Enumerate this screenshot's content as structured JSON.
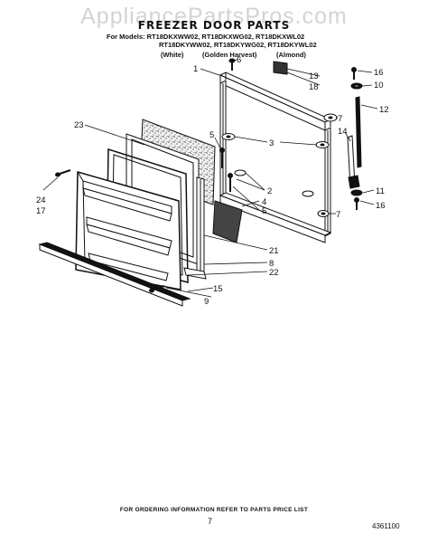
{
  "watermark": "AppliancePartsPros.com",
  "title": "FREEZER DOOR PARTS",
  "models": {
    "line1": "For Models: RT18DKXWW02, RT18DKXWG02, RT18DKXWL02",
    "line2": "RT18DKYWW02, RT18DKYWG02, RT18DKYWL02",
    "finishes": [
      "(White)",
      "(Golden Harvest)",
      "(Almond)"
    ]
  },
  "callouts": {
    "c6": "6",
    "c1": "1",
    "c13": "13",
    "c18": "18",
    "c16a": "16",
    "c10": "10",
    "c12": "12",
    "c7a": "7",
    "c14": "14",
    "c23": "23",
    "c5a": "5",
    "c3": "3",
    "c2": "2",
    "c4": "4",
    "c5b": "5",
    "c11": "11",
    "c16b": "16",
    "c7b": "7",
    "c24": "24",
    "c17": "17",
    "c21": "21",
    "c8": "8",
    "c22": "22",
    "c15": "15",
    "c9": "9"
  },
  "footer": {
    "note": "FOR ORDERING INFORMATION REFER TO PARTS PRICE LIST",
    "page": "7",
    "doc_number": "4361100"
  }
}
